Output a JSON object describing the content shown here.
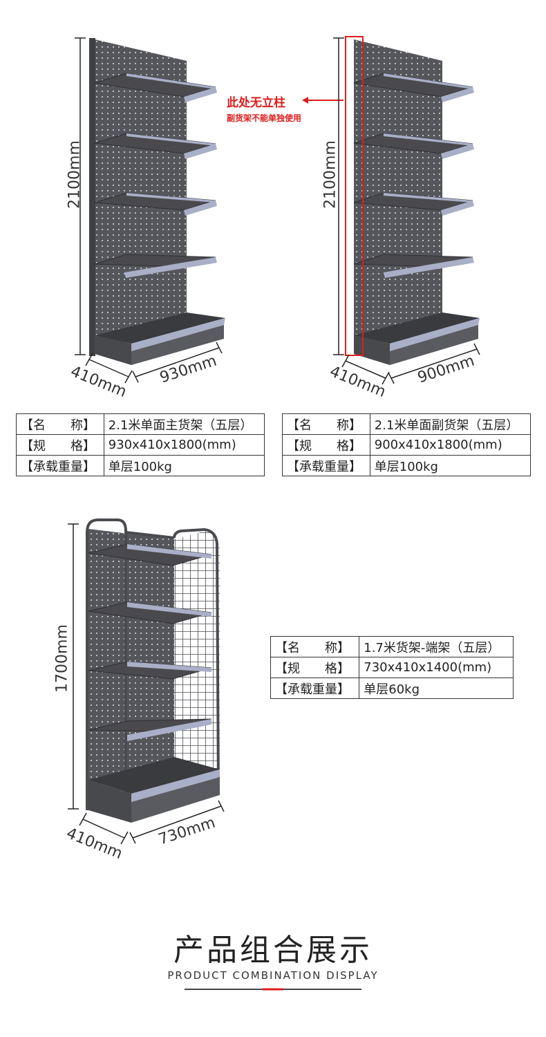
{
  "colors": {
    "accent_red": "#e01c1c",
    "shelf_dark": "#4a4a4e",
    "shelf_edge": "#a9afc7",
    "line": "#222222"
  },
  "shelf1": {
    "height_label": "2100mm",
    "depth_label": "410mm",
    "width_label": "930mm",
    "specs": [
      {
        "key": "【名　　称】",
        "value": "2.1米单面主货架（五层）"
      },
      {
        "key": "【规　　格】",
        "value": "930x410x1800(mm)"
      },
      {
        "key": "【承载重量】",
        "value": "单层100kg"
      }
    ]
  },
  "shelf2": {
    "height_label": "2100mm",
    "depth_label": "410mm",
    "width_label": "900mm",
    "note_main": "此处无立柱",
    "note_sub": "副货架不能单独使用",
    "specs": [
      {
        "key": "【名　　称】",
        "value": "2.1米单面副货架（五层）"
      },
      {
        "key": "【规　　格】",
        "value": "900x410x1800(mm)"
      },
      {
        "key": "【承载重量】",
        "value": "单层100kg"
      }
    ]
  },
  "shelf3": {
    "height_label": "1700mm",
    "depth_label": "410mm",
    "width_label": "730mm",
    "specs": [
      {
        "key": "【名　　称】",
        "value": "1.7米货架-端架（五层）"
      },
      {
        "key": "【规　　格】",
        "value": "730x410x1400(mm)"
      },
      {
        "key": "【承载重量】",
        "value": "单层60kg"
      }
    ]
  },
  "footer": {
    "title": "产品组合展示",
    "subtitle": "PRODUCT COMBINATION DISPLAY"
  }
}
